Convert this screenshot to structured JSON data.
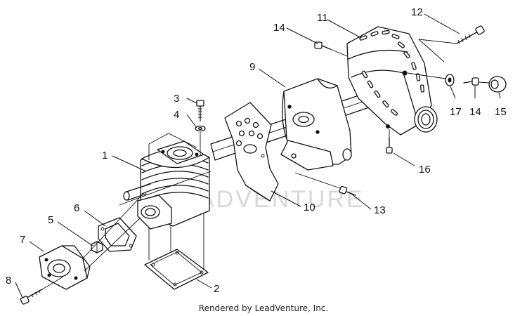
{
  "diagram": {
    "watermark": "ADVENTURE",
    "footer": "Rendered by LeadVenture, Inc.",
    "part_labels": [
      "1",
      "2",
      "3",
      "4",
      "5",
      "6",
      "7",
      "8",
      "9",
      "10",
      "11",
      "12",
      "13",
      "14",
      "14",
      "15",
      "16",
      "17"
    ]
  }
}
